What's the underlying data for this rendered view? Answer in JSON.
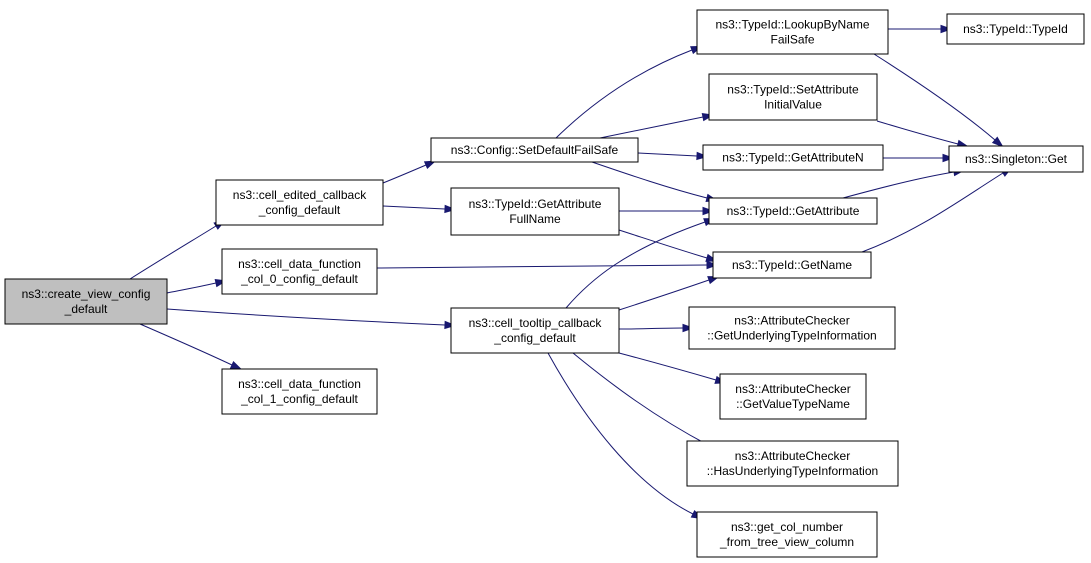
{
  "diagram": {
    "title": "",
    "nodes": [
      {
        "id": "create_view",
        "lines": [
          "ns3::create_view_config",
          "_default"
        ],
        "highlighted": true
      },
      {
        "id": "cell_edited",
        "lines": [
          "ns3::cell_edited_callback",
          "_config_default"
        ]
      },
      {
        "id": "cell_data0",
        "lines": [
          "ns3::cell_data_function",
          "_col_0_config_default"
        ]
      },
      {
        "id": "cell_data1",
        "lines": [
          "ns3::cell_data_function",
          "_col_1_config_default"
        ]
      },
      {
        "id": "set_default",
        "lines": [
          "ns3::Config::SetDefaultFailSafe"
        ]
      },
      {
        "id": "get_attr_fullname",
        "lines": [
          "ns3::TypeId::GetAttribute",
          "FullName"
        ]
      },
      {
        "id": "cell_tooltip",
        "lines": [
          "ns3::cell_tooltip_callback",
          "_config_default"
        ]
      },
      {
        "id": "lookup",
        "lines": [
          "ns3::TypeId::LookupByName",
          "FailSafe"
        ]
      },
      {
        "id": "set_attr_init",
        "lines": [
          "ns3::TypeId::SetAttribute",
          "InitialValue"
        ]
      },
      {
        "id": "get_attr_n",
        "lines": [
          "ns3::TypeId::GetAttributeN"
        ]
      },
      {
        "id": "get_attr",
        "lines": [
          "ns3::TypeId::GetAttribute"
        ]
      },
      {
        "id": "get_name",
        "lines": [
          "ns3::TypeId::GetName"
        ]
      },
      {
        "id": "ac_underlying",
        "lines": [
          "ns3::AttributeChecker",
          "::GetUnderlyingTypeInformation"
        ]
      },
      {
        "id": "ac_valuetype",
        "lines": [
          "ns3::AttributeChecker",
          "::GetValueTypeName"
        ]
      },
      {
        "id": "ac_has",
        "lines": [
          "ns3::AttributeChecker",
          "::HasUnderlyingTypeInformation"
        ]
      },
      {
        "id": "get_col",
        "lines": [
          "ns3::get_col_number",
          "_from_tree_view_column"
        ]
      },
      {
        "id": "typeid",
        "lines": [
          "ns3::TypeId::TypeId"
        ]
      },
      {
        "id": "singleton",
        "lines": [
          "ns3::Singleton::Get"
        ]
      }
    ],
    "edges": [
      [
        "create_view",
        "cell_edited"
      ],
      [
        "create_view",
        "cell_data0"
      ],
      [
        "create_view",
        "cell_tooltip"
      ],
      [
        "create_view",
        "cell_data1"
      ],
      [
        "cell_edited",
        "set_default"
      ],
      [
        "cell_edited",
        "get_attr_fullname"
      ],
      [
        "cell_data0",
        "get_name"
      ],
      [
        "set_default",
        "lookup"
      ],
      [
        "set_default",
        "set_attr_init"
      ],
      [
        "set_default",
        "get_attr_n"
      ],
      [
        "set_default",
        "get_attr"
      ],
      [
        "get_attr_fullname",
        "get_attr"
      ],
      [
        "get_attr_fullname",
        "get_name"
      ],
      [
        "cell_tooltip",
        "get_attr"
      ],
      [
        "cell_tooltip",
        "get_name"
      ],
      [
        "cell_tooltip",
        "ac_underlying"
      ],
      [
        "cell_tooltip",
        "ac_valuetype"
      ],
      [
        "cell_tooltip",
        "ac_has"
      ],
      [
        "cell_tooltip",
        "get_col"
      ],
      [
        "lookup",
        "typeid"
      ],
      [
        "lookup",
        "singleton"
      ],
      [
        "set_attr_init",
        "singleton"
      ],
      [
        "get_attr_n",
        "singleton"
      ],
      [
        "get_attr",
        "singleton"
      ],
      [
        "get_name",
        "singleton"
      ]
    ]
  }
}
